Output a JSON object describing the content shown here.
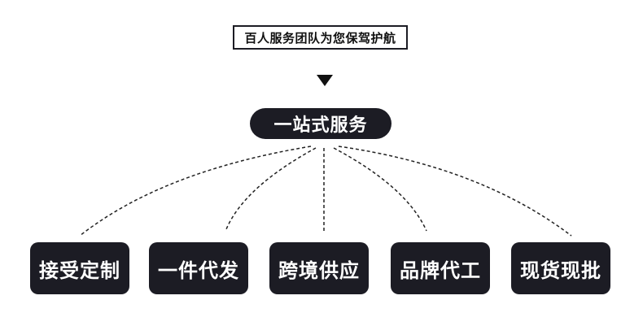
{
  "tagline": "百人服务团队为您保驾护航",
  "hub": {
    "label": "一站式服务"
  },
  "services": [
    {
      "label": "接受定制"
    },
    {
      "label": "一件代发"
    },
    {
      "label": "跨境供应"
    },
    {
      "label": "品牌代工"
    },
    {
      "label": "现货现批"
    }
  ],
  "colors": {
    "box_fill": "#1c1c24",
    "box_text": "#ffffff",
    "connector": "#222222"
  },
  "icons": {
    "arrow": "down-triangle-icon"
  }
}
